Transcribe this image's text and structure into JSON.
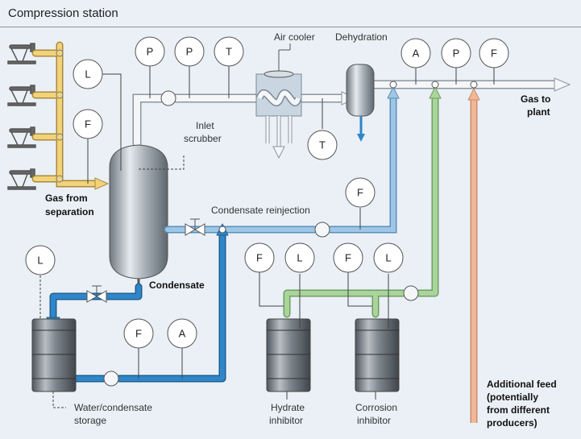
{
  "title": "Compression station",
  "labels": {
    "air_cooler": "Air cooler",
    "dehydration": "Dehydration",
    "gas_to_plant": [
      "Gas to",
      "plant"
    ],
    "inlet_scrubber": [
      "Inlet",
      "scrubber"
    ],
    "gas_from_separation": [
      "Gas from",
      "separation"
    ],
    "condensate_reinjection": "Condensate reinjection",
    "condensate": "Condensate",
    "water_condensate_storage": [
      "Water/condensate",
      "storage"
    ],
    "hydrate_inhibitor": [
      "Hydrate",
      "inhibitor"
    ],
    "corrosion_inhibitor": [
      "Corrosion",
      "inhibitor"
    ],
    "additional_feed": [
      "Additional feed",
      "(potentially",
      "from different",
      "producers)"
    ]
  },
  "instruments": {
    "scrubber_level": "L",
    "gas_inlet_flow": "F",
    "inlet_pressure_1": "P",
    "inlet_pressure_2": "P",
    "inlet_temperature": "T",
    "cooler_temperature": "T",
    "outlet_analyzer": "A",
    "outlet_pressure": "P",
    "outlet_flow": "F",
    "reinjection_flow": "F",
    "storage_level": "L",
    "storage_flow": "F",
    "storage_analyzer": "A",
    "hydrate_flow": "F",
    "hydrate_level": "L",
    "corrosion_flow": "F",
    "corrosion_level": "L"
  },
  "colors": {
    "background": "#eaf0f6",
    "gas_pipe": "#f4f6f8",
    "separation_pipe": "#f2d27a",
    "condensate_pipe": "#9fc6e6",
    "water_pipe": "#2f86c8",
    "inhibitor_pipe": "#a9d49b",
    "feed_pipe": "#f2b896",
    "vessel": "#9aa4ad"
  }
}
